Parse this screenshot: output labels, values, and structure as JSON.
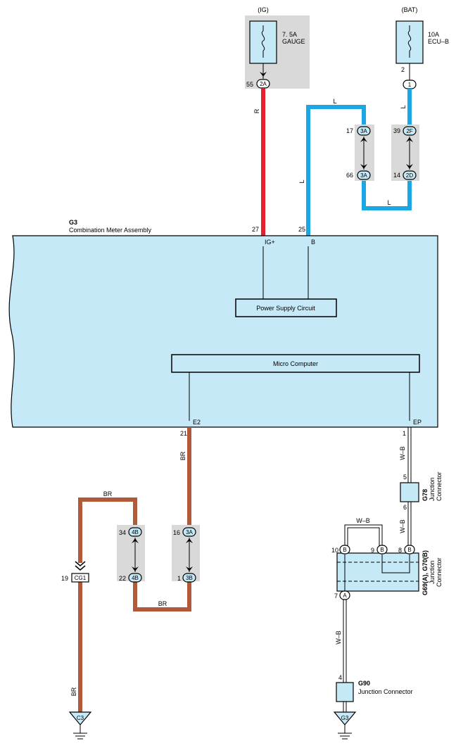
{
  "colors": {
    "red": "#e8202b",
    "blue": "#1ba7e4",
    "brown": "#b05a3a",
    "meter_fill": "#c6e9f8",
    "connector_fill": "#d9d9d9",
    "box_fill": "#c6e9f8"
  },
  "fuses": {
    "ig": {
      "source": "(IG)",
      "rating": "7. 5A",
      "name": "GAUGE",
      "pin": "55",
      "connector": "2A"
    },
    "bat": {
      "source": "(BAT)",
      "rating": "10A",
      "name": "ECU–B",
      "pin": "2",
      "connector": "1"
    }
  },
  "wires": {
    "r": "R",
    "l": "L",
    "br": "BR",
    "wb": "W–B"
  },
  "relay_connectors": {
    "blue_left_top": {
      "pin": "17",
      "id": "3A"
    },
    "blue_left_bottom": {
      "pin": "66",
      "id": "3A"
    },
    "blue_right_top": {
      "pin": "39",
      "id": "2F"
    },
    "blue_right_bottom": {
      "pin": "14",
      "id": "2D"
    },
    "brown_left_top": {
      "pin": "34",
      "id": "4B"
    },
    "brown_left_bottom": {
      "pin": "22",
      "id": "4B"
    },
    "brown_right_top": {
      "pin": "16",
      "id": "3A"
    },
    "brown_right_bottom": {
      "pin": "1",
      "id": "3B"
    }
  },
  "meter": {
    "code": "G3",
    "name": "Combination Meter Assembly",
    "pin_ig": "27",
    "label_ig": "IG+",
    "pin_b": "25",
    "label_b": "B",
    "power_supply": "Power Supply Circuit",
    "micro": "Micro Computer",
    "pin_e2": "21",
    "label_e2": "E2",
    "pin_ep": "1",
    "label_ep": "EP"
  },
  "cg1": {
    "pin": "19",
    "id": "CG1"
  },
  "g78": {
    "code": "G78",
    "line1": "Junction",
    "line2": "Connector",
    "pin_top": "5",
    "pin_bottom": "6"
  },
  "g69": {
    "code": "G69(A), G70(B)",
    "line1": "Junction",
    "line2": "Connector",
    "pins": [
      {
        "num": "10",
        "id": "B"
      },
      {
        "num": "9",
        "id": "B"
      },
      {
        "num": "8",
        "id": "B"
      },
      {
        "num": "7",
        "id": "A"
      }
    ]
  },
  "g90": {
    "code": "G90",
    "name": "Junction Connector",
    "pin": "4"
  },
  "grounds": {
    "c3": "C3",
    "g3": "G3"
  }
}
